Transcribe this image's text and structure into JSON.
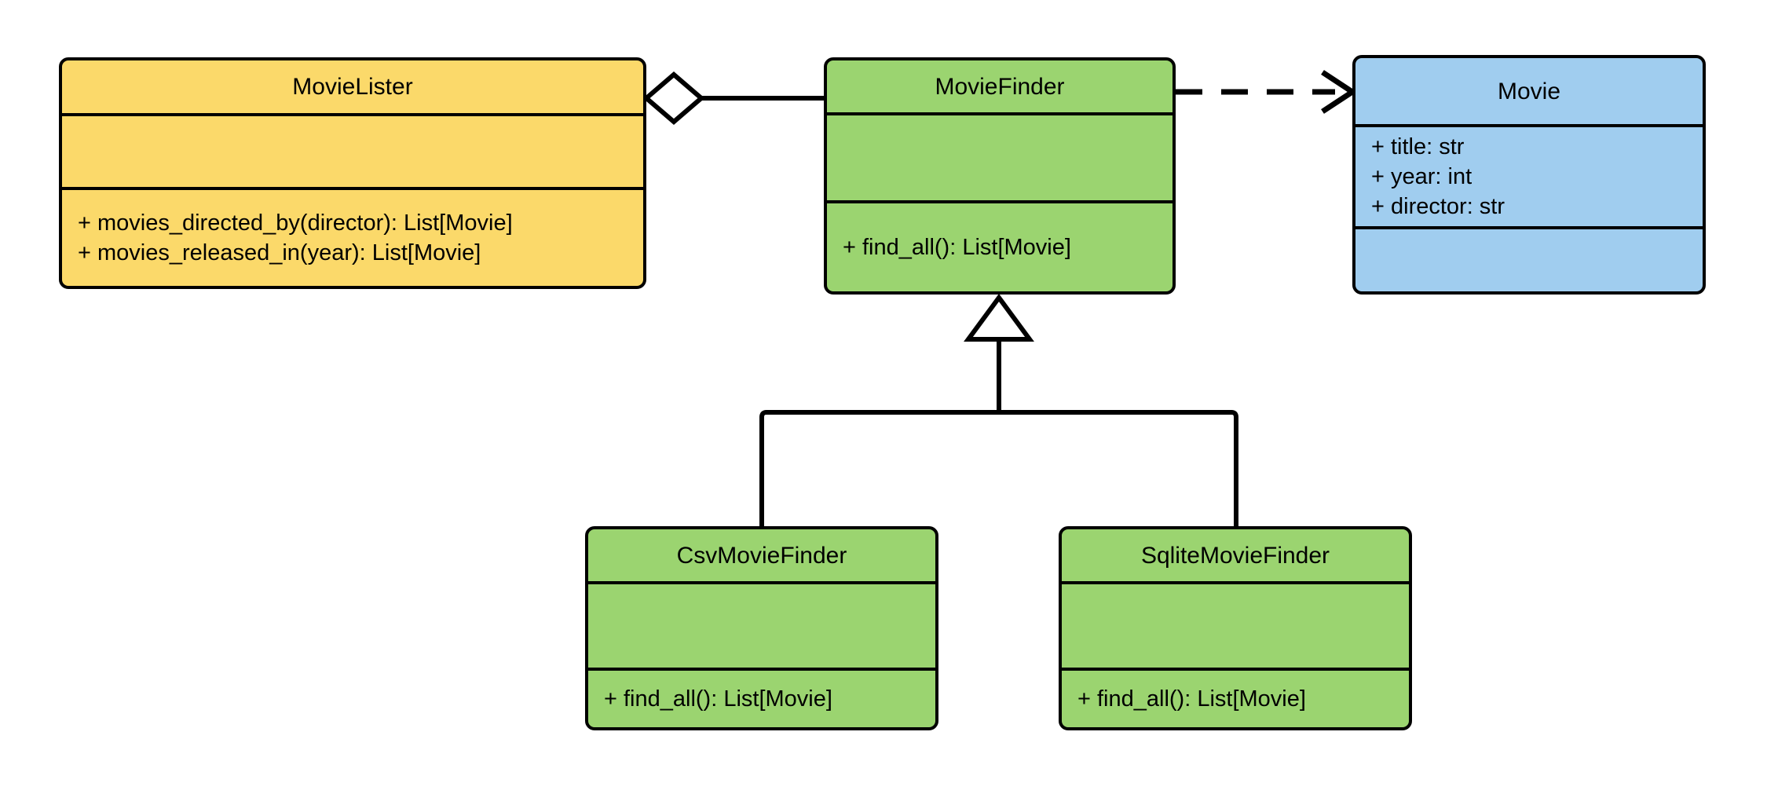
{
  "diagram": {
    "type": "uml-class-diagram",
    "title": "MovieLister dependency inversion class diagram",
    "background": "#ffffff",
    "line_color": "#000000"
  },
  "palette": {
    "yellow": "#FBD96A",
    "green": "#9BD470",
    "blue": "#A0CDEF",
    "stroke": "#000000"
  },
  "classes": {
    "movielister": {
      "name": "MovieLister",
      "color": "#FBD96A",
      "attributes": [],
      "operations": [
        "+ movies_directed_by(director): List[Movie]",
        "+ movies_released_in(year): List[Movie]"
      ]
    },
    "moviefinder": {
      "name": "MovieFinder",
      "color": "#9BD470",
      "attributes": [],
      "operations": [
        "+ find_all(): List[Movie]"
      ]
    },
    "movie": {
      "name": "Movie",
      "color": "#A0CDEF",
      "attributes": [
        "+ title: str",
        "+ year: int",
        "+ director: str"
      ],
      "operations": []
    },
    "csvmoviefinder": {
      "name": "CsvMovieFinder",
      "color": "#9BD470",
      "attributes": [],
      "operations": [
        "+ find_all(): List[Movie]"
      ]
    },
    "sqlitemoviefinder": {
      "name": "SqliteMovieFinder",
      "color": "#9BD470",
      "attributes": [],
      "operations": [
        "+ find_all(): List[Movie]"
      ]
    }
  },
  "relationships": [
    {
      "kind": "aggregation",
      "from": "MovieLister",
      "to": "MovieFinder",
      "marker": "hollow-diamond",
      "line": "solid"
    },
    {
      "kind": "dependency",
      "from": "MovieFinder",
      "to": "Movie",
      "marker": "open-arrow",
      "line": "dashed"
    },
    {
      "kind": "generalization",
      "from": "CsvMovieFinder",
      "to": "MovieFinder",
      "marker": "hollow-triangle",
      "line": "solid"
    },
    {
      "kind": "generalization",
      "from": "SqliteMovieFinder",
      "to": "MovieFinder",
      "marker": "hollow-triangle",
      "line": "solid"
    }
  ]
}
